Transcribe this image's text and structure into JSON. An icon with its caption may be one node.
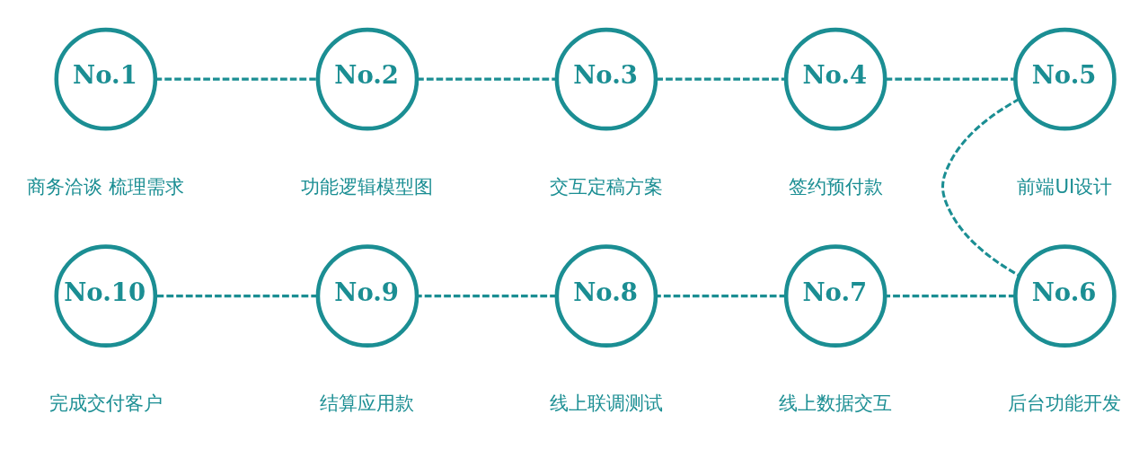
{
  "diagram": {
    "nodes": [
      {
        "text": [
          "No.1"
        ],
        "beside": [
          "商务洽谈 梳理需求"
        ]
      },
      {
        "text": [
          "No.2"
        ],
        "beside": [
          "功能逻辑模型图"
        ]
      },
      {
        "text": [
          "No.3"
        ],
        "beside": [
          "交互定稿方案"
        ]
      },
      {
        "text": [
          "No.4"
        ],
        "beside": [
          "签约预付款"
        ]
      },
      {
        "text": [
          "No.5"
        ],
        "beside": [
          "前端UI设计"
        ]
      },
      {
        "text": [
          "No.6"
        ],
        "beside": [
          "后台功能开发"
        ]
      },
      {
        "text": [
          "No.7"
        ],
        "beside": [
          "线上数据交互"
        ]
      },
      {
        "text": [
          "No.8"
        ],
        "beside": [
          "线上联调测试"
        ]
      },
      {
        "text": [
          "No.9"
        ],
        "beside": [
          "结算应用款"
        ]
      },
      {
        "text": [
          "No.10"
        ],
        "beside": [
          "完成交付客户"
        ]
      }
    ],
    "edges": [
      {
        "from": 0,
        "to": 1,
        "arrow": "none",
        "style": "dashed"
      },
      {
        "from": 1,
        "to": 2,
        "arrow": "none",
        "style": "dashed"
      },
      {
        "from": 2,
        "to": 3,
        "arrow": "none",
        "style": "dashed"
      },
      {
        "from": 3,
        "to": 4,
        "arrow": "none",
        "style": "dashed"
      },
      {
        "from": 4,
        "to": 5,
        "arrow": "none",
        "style": "dashed"
      },
      {
        "from": 5,
        "to": 6,
        "arrow": "none",
        "style": "dashed"
      },
      {
        "from": 6,
        "to": 7,
        "arrow": "none",
        "style": "dashed"
      },
      {
        "from": 7,
        "to": 8,
        "arrow": "none",
        "style": "dashed"
      },
      {
        "from": 8,
        "to": 9,
        "arrow": "none",
        "style": "dashed"
      }
    ]
  }
}
